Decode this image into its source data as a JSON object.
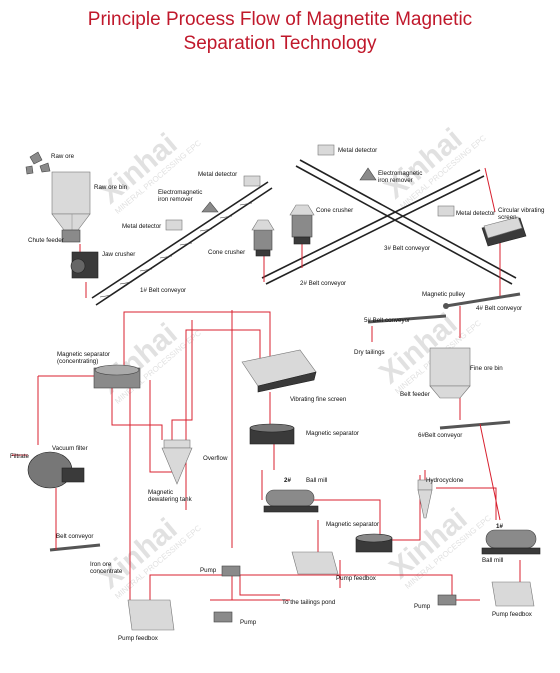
{
  "title": {
    "line1": "Principle Process Flow of Magnetite Magnetic",
    "line2": "Separation Technology"
  },
  "watermark": {
    "brand": "Xinhai",
    "sub": "MINERAL PROCESSING EPC"
  },
  "colors": {
    "title": "#c0182b",
    "flow_line": "#d8202f",
    "watermark": "#c9c9c9"
  },
  "labels": {
    "raw_ore": "Raw ore",
    "raw_ore_bin": "Raw ore bin",
    "chute_feeder": "Chute feeder",
    "jaw_crusher": "Jaw crusher",
    "belt_conveyor_1": "1# Belt conveyor",
    "metal_detector_1": "Metal detector",
    "electromagnetic_remover_1": "Electromagnetic\niron remover",
    "metal_detector_2": "Metal detector",
    "cone_crusher_1": "Cone crusher",
    "metal_detector_3": "Metal detector",
    "electromagnetic_remover_2": "Electromagnetic\niron remover",
    "cone_crusher_2": "Cone crusher",
    "metal_detector_4": "Metal detector",
    "circular_vibrating_screen": "Circular vibrating\nscreen",
    "belt_conveyor_2": "2# Belt conveyor",
    "belt_conveyor_3": "3# Belt conveyor",
    "magnetic_pulley": "Magnetic pulley",
    "belt_conveyor_4": "4# Belt conveyor",
    "belt_conveyor_5": "5# Belt conveyor",
    "dry_tailings": "Dry tailings",
    "fine_ore_bin": "Fine ore bin",
    "belt_feeder": "Belt feeder",
    "belt_conveyor_6": "6#Belt conveyor",
    "magnetic_separator_concentrating": "Magnetic separator\n(concentrating)",
    "vibrating_fine_screen": "Vibrating fine screen",
    "magnetic_separator_a": "Magnetic separator",
    "overflow": "Overflow",
    "filtrate": "Filtrate",
    "vacuum_filter": "Vacuum filter",
    "magnetic_dewatering_tank": "Magnetic\ndewatering tank",
    "ball_mill_2_num": "2#",
    "ball_mill_2": "Ball mill",
    "hydrocyclone": "Hydrocyclone",
    "magnetic_separator_b": "Magnetic separator",
    "ball_mill_1_num": "1#",
    "ball_mill_1": "Ball mill",
    "belt_conveyor_iron": "Belt conveyor",
    "iron_ore_concentrate": "Iron ore\nconcentrate",
    "pump_a": "Pump",
    "pump_feedbox_a": "Pump feedbox",
    "pump_b": "Pump",
    "pump_feedbox_b": "Pump feedbox",
    "to_tailings_pond": "To the tailings pond",
    "pump_c": "Pump",
    "pump_feedbox_c": "Pump feedbox"
  }
}
